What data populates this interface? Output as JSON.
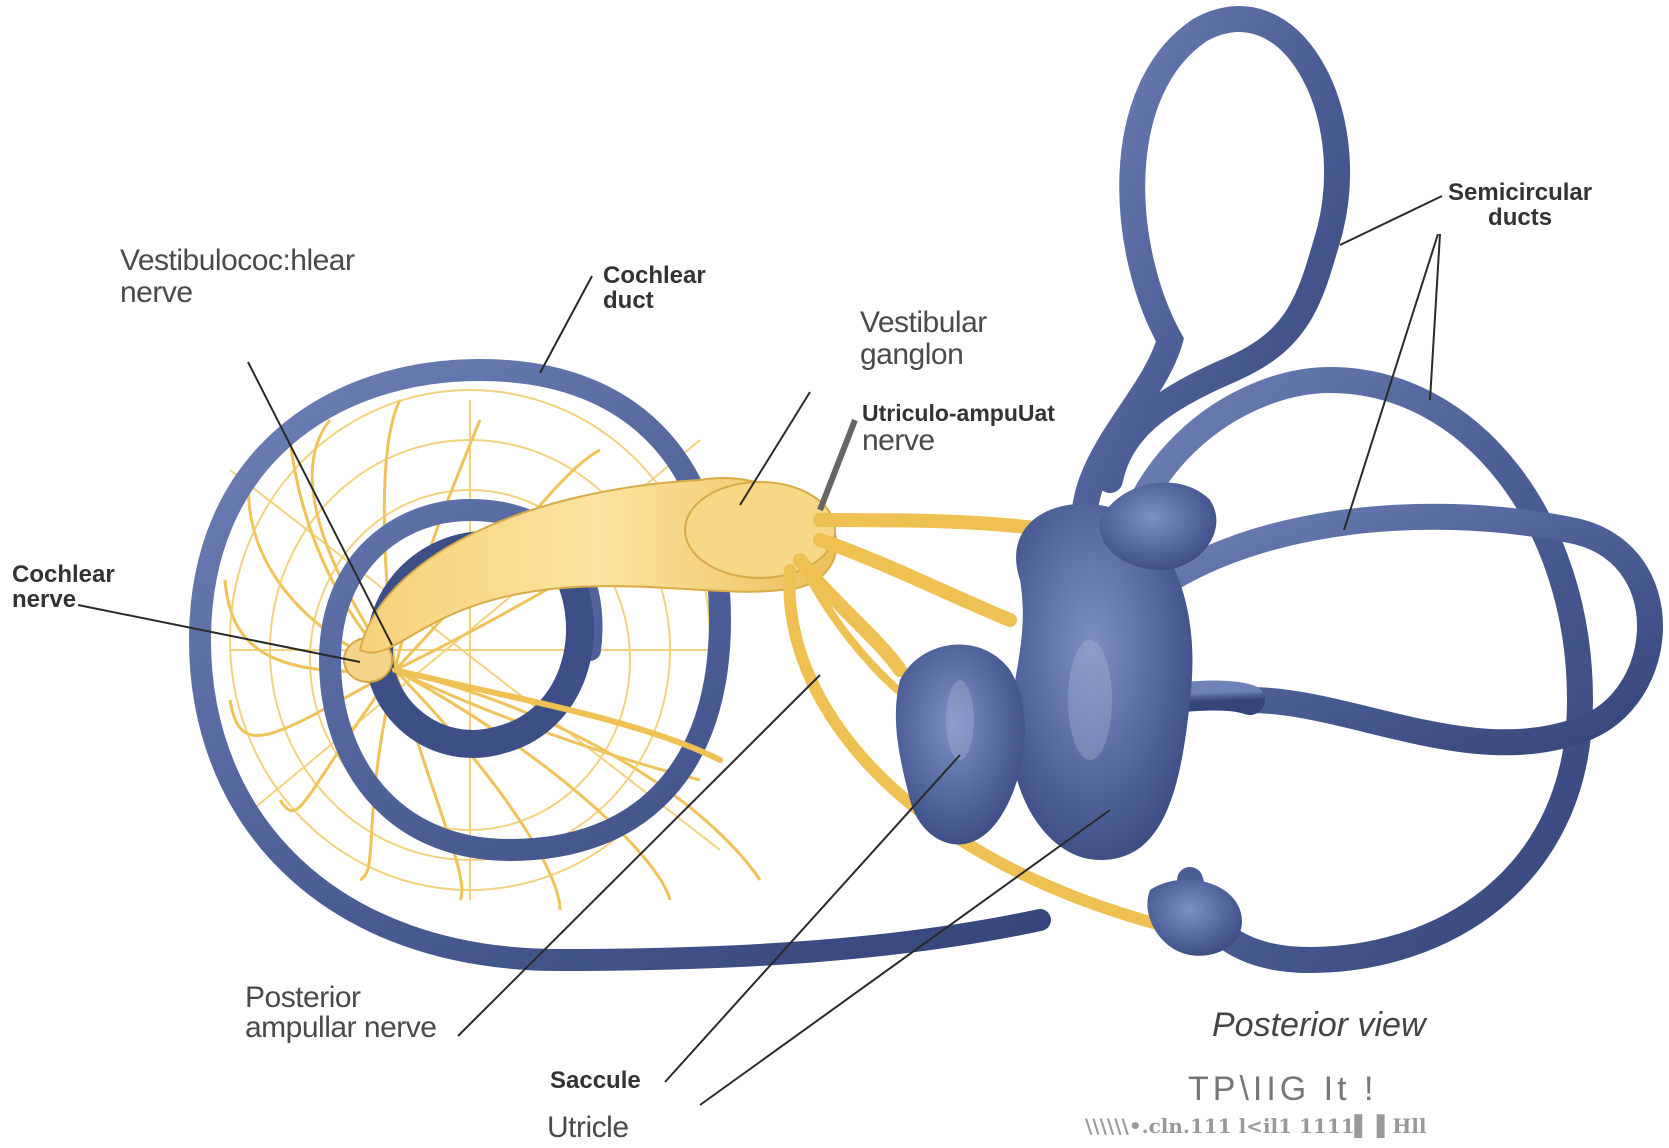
{
  "labels": {
    "vestibulocochlear_line1": "Vestibulococ:hlear",
    "vestibulocochlear_line2": "nerve",
    "cochlear_duct_line1": "Cochlear",
    "cochlear_duct_line2": "duct",
    "vestibular_ganglion_line1": "Vestibular",
    "vestibular_ganglion_line2": "ganglon",
    "utriculo_line1": "Utriculo-ampuUat",
    "utriculo_line2": "nerve",
    "semicircular_line1": "Semicircular",
    "semicircular_line2": "ducts",
    "cochlear_nerve_line1": "Cochlear",
    "cochlear_nerve_line2": "nerve",
    "posterior_ampullar_line1": "Posterior",
    "posterior_ampullar_line2": "ampullar nerve",
    "saccule": "Saccule",
    "utricle": "Utricle",
    "view": "Posterior view"
  },
  "watermark": {
    "line1": "TP\\IIG      It  !",
    "line2": "\\\\\\\\\\\\•.cln.111 l<il1 1111▌ ▌Hll"
  },
  "colors": {
    "duct_blue": "#4a5f95",
    "duct_highlight": "#8396c4",
    "nerve_yellow": "#f1c65b",
    "nerve_light": "#fbe3a0",
    "leader_line": "#2a2a2a"
  }
}
